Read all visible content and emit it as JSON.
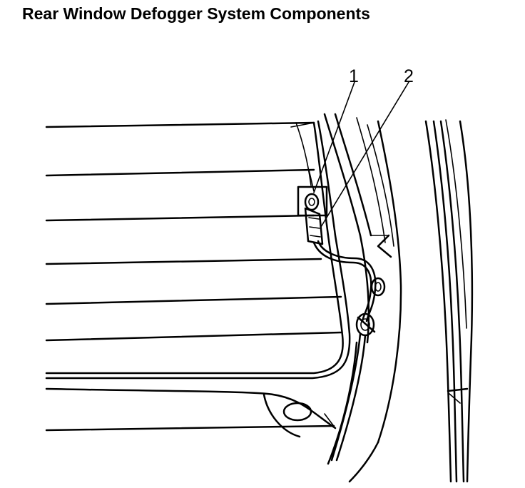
{
  "title": "Rear Window Defogger System Components",
  "callouts": [
    {
      "label": "1"
    },
    {
      "label": "2"
    }
  ]
}
